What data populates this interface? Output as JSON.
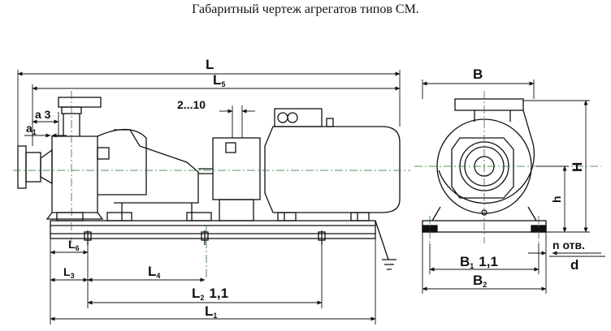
{
  "title": "Габаритный чертеж агрегатов типов СМ.",
  "front_view": {
    "L": "L",
    "L5_main": "L",
    "L5_sub": "5",
    "gap": "2...10",
    "a3": "a 3",
    "a1_main": "a",
    "a1_sub": "1",
    "L6_main": "L",
    "L6_sub": "6",
    "L3_main": "L",
    "L3_sub": "3",
    "L4_main": "L",
    "L4_sub": "4",
    "L2_main": "L",
    "L2_sub": "2",
    "L2_tol": "1,1",
    "L1_main": "L",
    "L1_sub": "1"
  },
  "side_view": {
    "B": "B",
    "H": "H",
    "h": "h",
    "B1_main": "B",
    "B1_sub": "1",
    "B1_tol": "1,1",
    "B2_main": "B",
    "B2_sub": "2",
    "holes": "n отв.",
    "d": "d"
  }
}
